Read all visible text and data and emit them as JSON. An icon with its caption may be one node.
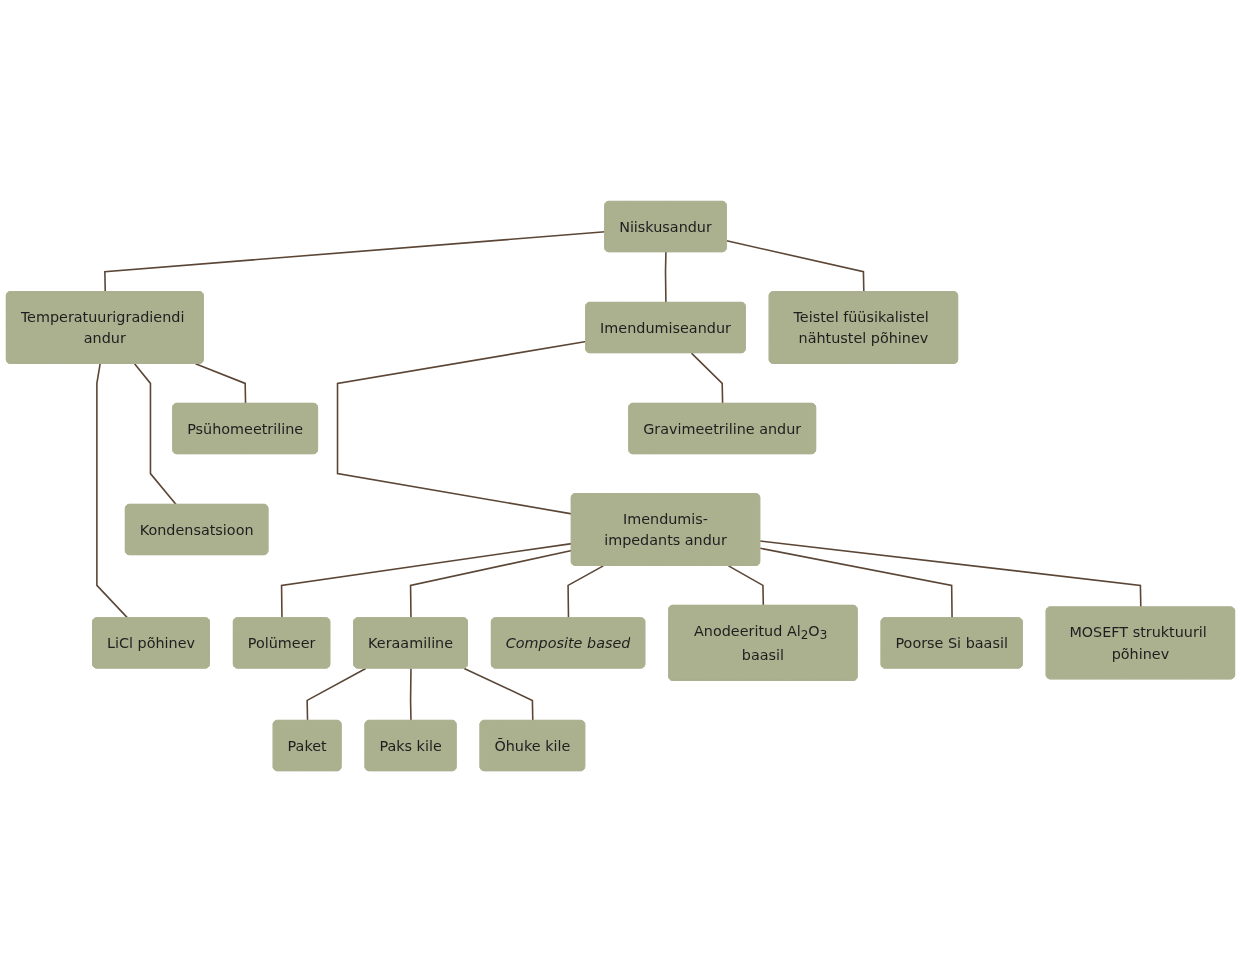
{
  "diagram": {
    "nodes": [
      {
        "text": [
          "Niiskusandur"
        ]
      },
      {
        "text": [
          "Temperatuurigradiendi andur"
        ]
      },
      {
        "text": [
          "Imendumiseandur"
        ]
      },
      {
        "text": [
          "Teistel füüsikalistel nähtustel põhinev"
        ]
      },
      {
        "text": [
          "Psühomeetriline"
        ]
      },
      {
        "text": [
          "Kondensatsioon"
        ]
      },
      {
        "text": [
          "LiCl põhinev"
        ]
      },
      {
        "text": [
          "Gravimeetriline andur"
        ]
      },
      {
        "text": [
          "Imendumis-impedants andur"
        ]
      },
      {
        "text": [
          "Polümeer"
        ]
      },
      {
        "text": [
          "Keraamiline"
        ]
      },
      {
        "text": [
          "Composite based"
        ]
      },
      {
        "text": [
          "Anodeeritud Al$_{2}$O$_{3}$ baasil"
        ]
      },
      {
        "text": [
          "Poorse Si baasil"
        ]
      },
      {
        "text": [
          "MOSEFT struktuuril põhinev"
        ]
      },
      {
        "text": [
          "Paket"
        ]
      },
      {
        "text": [
          "Paks kile"
        ]
      },
      {
        "text": [
          "Õhuke kile"
        ]
      }
    ],
    "edges": [
      {
        "from": 0,
        "to": 1,
        "arrow": "none"
      },
      {
        "from": 0,
        "to": 2,
        "arrow": "none"
      },
      {
        "from": 0,
        "to": 3,
        "arrow": "none"
      },
      {
        "from": 1,
        "to": 4,
        "arrow": "none"
      },
      {
        "from": 1,
        "to": 5,
        "arrow": "none"
      },
      {
        "from": 1,
        "to": 6,
        "arrow": "none"
      },
      {
        "from": 2,
        "to": 7,
        "arrow": "none"
      },
      {
        "from": 2,
        "to": 8,
        "arrow": "none"
      },
      {
        "from": 8,
        "to": 9,
        "arrow": "none"
      },
      {
        "from": 8,
        "to": 10,
        "arrow": "none"
      },
      {
        "from": 8,
        "to": 11,
        "arrow": "none"
      },
      {
        "from": 8,
        "to": 12,
        "arrow": "none"
      },
      {
        "from": 8,
        "to": 13,
        "arrow": "none"
      },
      {
        "from": 8,
        "to": 14,
        "arrow": "none"
      },
      {
        "from": 10,
        "to": 15,
        "arrow": "none"
      },
      {
        "from": 10,
        "to": 16,
        "arrow": "none"
      },
      {
        "from": 10,
        "to": 17,
        "arrow": "none"
      }
    ]
  }
}
